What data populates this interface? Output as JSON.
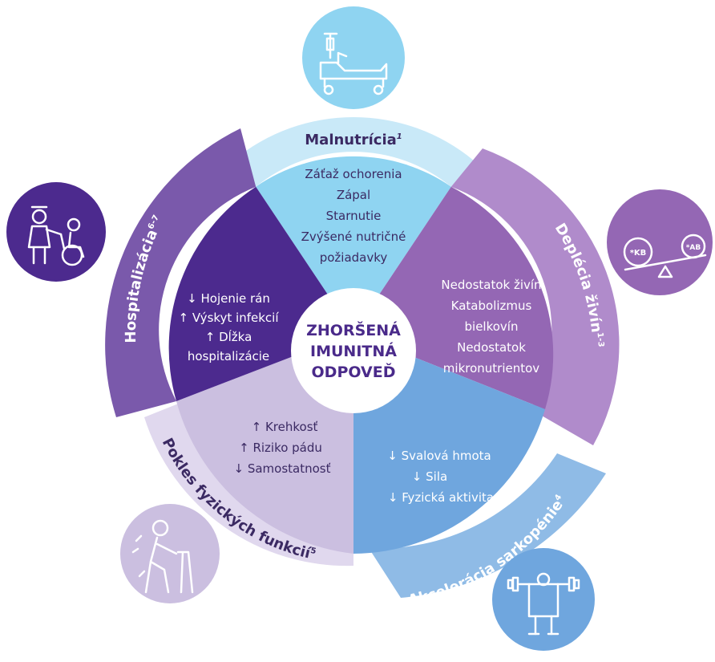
{
  "center": {
    "line1": "ZHORŠENÁ",
    "line2": "IMUNITNÁ",
    "line3": "ODPOVEĎ"
  },
  "segments": {
    "malnutricia": {
      "title": "Malnutrícia",
      "sup": "1",
      "lines": [
        "Záťaž ochorenia",
        "Zápal",
        "Starnutie",
        "Zvýšené nutričné",
        "požiadavky"
      ]
    },
    "deplecia": {
      "title": "Deplécia živín",
      "sup": "1-3",
      "lines": [
        "Nedostatok živín",
        "Katabolizmus",
        "bielkovín",
        "Nedostatok",
        "mikronutrientov"
      ]
    },
    "sarkopenia": {
      "title": "Akcelerácia sarkopénie",
      "sup": "4",
      "lines": [
        "Svalová hmota",
        "Sila",
        "Fyzická aktivita"
      ],
      "arrows": [
        "↓",
        "↓",
        "↓"
      ]
    },
    "pokles": {
      "title": "Pokles fyzických funkcií",
      "sup": "5",
      "lines": [
        "Krehkosť",
        "Riziko pádu",
        "Samostatnosť"
      ],
      "arrows": [
        "↑",
        "↑",
        "↓"
      ]
    },
    "hospitalizacia": {
      "title": "Hospitalizácia",
      "sup": "6-7",
      "lines": [
        "Hojenie rán",
        "Výskyt infekcií",
        "Dĺžka",
        "hospitalizácie"
      ],
      "arrows": [
        "↓",
        "↑",
        "↑"
      ]
    }
  },
  "badges": {
    "balance_left": "*KB",
    "balance_right": "*AB"
  },
  "colors": {
    "malnutricia_inner": "#8fd4f1",
    "malnutricia_ring": "#c9e9f8",
    "deplecia_inner": "#9467b4",
    "deplecia_ring": "#b08bcb",
    "sarkopenia_inner": "#6fa6de",
    "sarkopenia_ring": "#8fbbe6",
    "pokles_inner": "#cbbfe0",
    "pokles_ring": "#e0d8ee",
    "hospitalizacia_inner": "#4c2a8e",
    "hospitalizacia_ring": "#7a59ab",
    "center_text": "#4a2a8a"
  },
  "icons": {
    "malnutricia": "hospital-bed-icon",
    "deplecia": "balance-scale-icon",
    "sarkopenia": "weightlifter-icon",
    "pokles": "elderly-walker-icon",
    "hospitalizacia": "nurse-wheelchair-icon"
  }
}
